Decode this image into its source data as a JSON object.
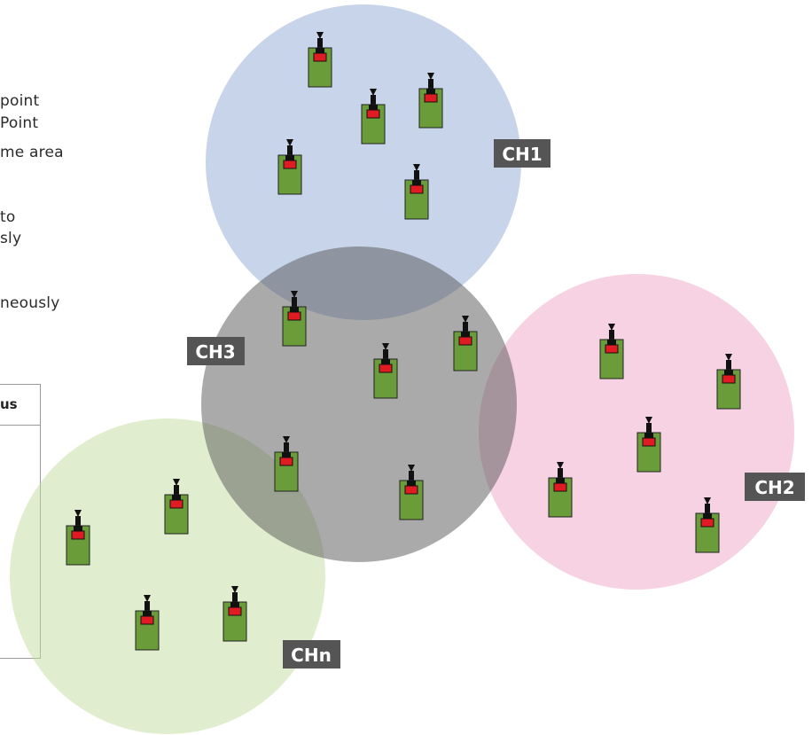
{
  "left_text": {
    "lines": [
      "point",
      "Point",
      "me area",
      "to",
      "sly",
      "neously"
    ]
  },
  "table": {
    "header": "us"
  },
  "channels": [
    {
      "id": "ch1",
      "label": "CH1",
      "color": "#8fa9d6",
      "opacity": 0.5
    },
    {
      "id": "ch2",
      "label": "CH2",
      "color": "#eea6c6",
      "opacity": 0.5
    },
    {
      "id": "ch3",
      "label": "CH3",
      "color": "#555555",
      "opacity": 0.5
    },
    {
      "id": "chn",
      "label": "CHn",
      "color": "#c2dda0",
      "opacity": 0.5
    }
  ],
  "device_colors": {
    "body": "#6a9c3a",
    "antenna": "#111111",
    "indicator": "#e01b24",
    "label_bg": "#555555"
  },
  "device_icon": "wireless-sensor-icon"
}
